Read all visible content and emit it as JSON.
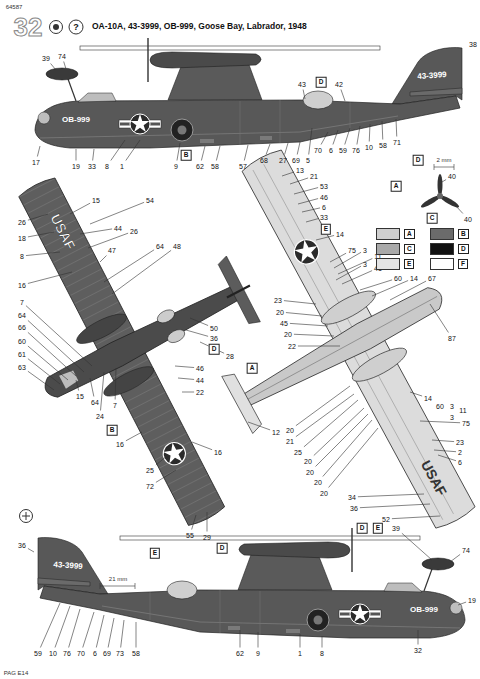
{
  "diagram": {
    "title": "OA-10A, 43-3999, OB-999, Goose Bay, Labrador, 1948",
    "labels": [
      "64587",
      "32",
      "?",
      "38",
      "43-3999",
      "39",
      "74",
      "OB-999",
      "17",
      "19",
      "33",
      "8",
      "1",
      "9",
      "B",
      "62",
      "58",
      "57",
      "68",
      "27",
      "69",
      "5",
      "D",
      "42",
      "43",
      "70",
      "6",
      "59",
      "76",
      "10",
      "58",
      "71",
      "D",
      "2 mm",
      "A",
      "40",
      "40",
      "C",
      "USAF",
      "15",
      "54",
      "44",
      "26",
      "18",
      "8",
      "26",
      "47",
      "64",
      "48",
      "16",
      "7",
      "64",
      "66",
      "60",
      "61",
      "63",
      "50",
      "36",
      "D",
      "28",
      "15",
      "64",
      "24",
      "7",
      "46",
      "44",
      "22",
      "B",
      "16",
      "25",
      "72",
      "16",
      "55",
      "29",
      "D",
      "13",
      "21",
      "53",
      "46",
      "6",
      "33",
      "E",
      "14",
      "75",
      "3",
      "11",
      "3",
      "41",
      "60",
      "14",
      "67",
      "23",
      "20",
      "45",
      "20",
      "22",
      "A",
      "87",
      "12",
      "20",
      "21",
      "25",
      "20",
      "20",
      "20",
      "20",
      "14",
      "60",
      "3",
      "11",
      "3",
      "75",
      "23",
      "2",
      "6",
      "USAF",
      "34",
      "36",
      "52",
      "36",
      "E",
      "43-3999",
      "21 mm",
      "D",
      "E",
      "39",
      "74",
      "19",
      "OB-999",
      "59",
      "10",
      "76",
      "70",
      "6",
      "69",
      "73",
      "58",
      "62",
      "9",
      "1",
      "8",
      "32",
      "PAG E14"
    ],
    "legend": [
      {
        "text": "A",
        "color": "#cfcfcf"
      },
      {
        "text": "B",
        "color": "#6b6b6b"
      },
      {
        "text": "C",
        "color": "#a9a9a9"
      },
      {
        "text": "D",
        "color": "#111111"
      },
      {
        "text": "E",
        "color": "#e4e4e4"
      },
      {
        "text": "F",
        "color": "#ffffff"
      }
    ]
  }
}
